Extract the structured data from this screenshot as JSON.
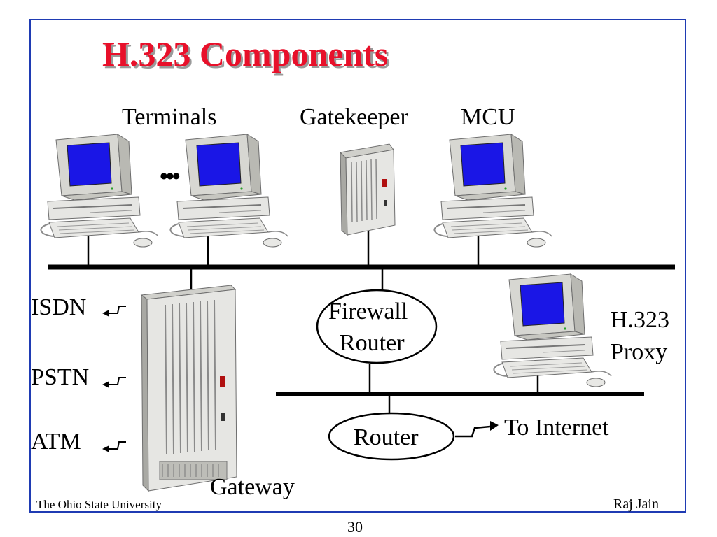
{
  "slide": {
    "title": "H.323 Components",
    "labels": {
      "terminals": "Terminals",
      "gatekeeper": "Gatekeeper",
      "mcu": "MCU",
      "ellipsis": "•••",
      "isdn": "ISDN",
      "pstn": "PSTN",
      "atm": "ATM",
      "firewall_line1": "Firewall",
      "firewall_line2": "Router",
      "proxy_line1": "H.323",
      "proxy_line2": "Proxy",
      "router": "Router",
      "to_internet": "To Internet",
      "gateway": "Gateway"
    },
    "footer": {
      "left": "The Ohio State University",
      "right": "Raj Jain",
      "page_number": "30"
    }
  },
  "colors": {
    "title": "#e8102a",
    "border": "#1f3bb3",
    "screen": "#1a16e6",
    "device_body": "#e6e6e3",
    "line": "#000000"
  },
  "icons": [
    "computer-icon",
    "server-rack-icon",
    "arrow-icon"
  ]
}
